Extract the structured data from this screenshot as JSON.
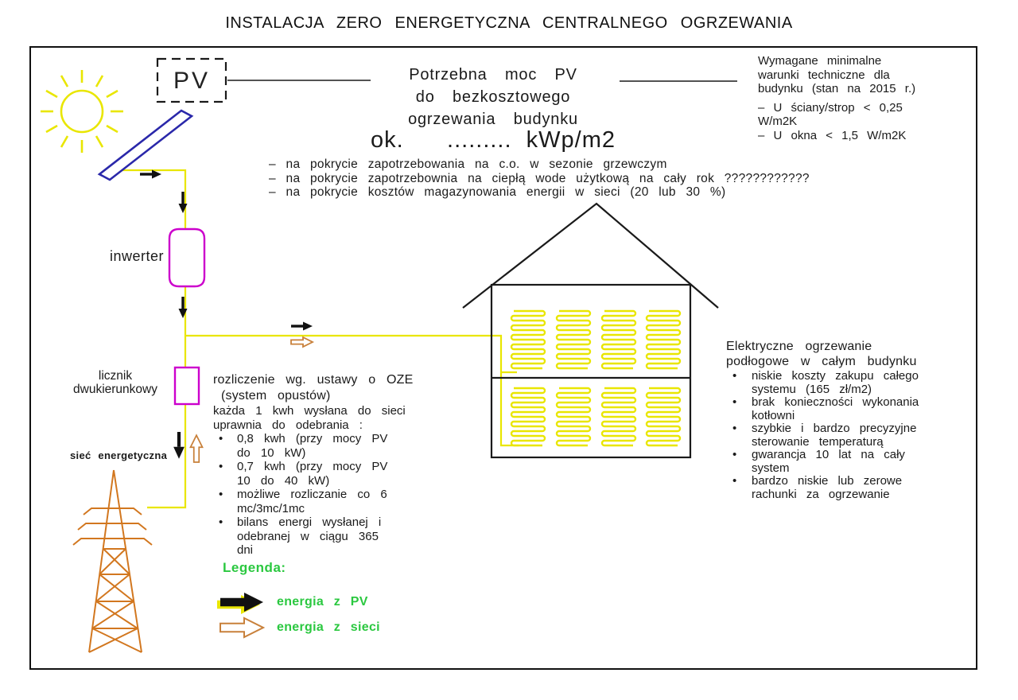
{
  "title": "INSTALACJA ZERO ENERGETYCZNA CENTRALNEGO OGRZEWANIA",
  "pv_box": {
    "label": "PV"
  },
  "components": {
    "inverter_label": "inwerter",
    "meter_label_line1": "licznik",
    "meter_label_line2": "dwukierunkowy",
    "grid_label": "sieć energetyczna"
  },
  "center": {
    "heading_lines": [
      "Potrzebna moc PV",
      "do bezkosztowego",
      "ogrzewania budynku"
    ],
    "power_line": "ok.      .........  kWp/m2",
    "dash_items": [
      "– na pokrycie zapotrzebowania na c.o. w sezonie grzewczym",
      "– na pokrycie zapotrzebownia na ciepłą wode użytkową na cały rok ????????????",
      "– na pokrycie kosztów magazynowania energii w sieci (20 lub 30 %)"
    ]
  },
  "requirements": {
    "heading_lines": [
      "Wymagane minimalne",
      "warunki techniczne dla",
      "budynku (stan na 2015 r.)"
    ],
    "items": [
      "– U ściany/strop < 0,25 W/m2K",
      "– U okna < 1,5 W/m2K"
    ]
  },
  "billing": {
    "title_line1": "rozliczenie wg. ustawy o OZE",
    "title_line2": "(system opustów)",
    "intro": "każda 1 kwh wysłana do sieci uprawnia do odebrania :",
    "items": [
      "0,8 kwh (przy mocy PV do 10 kW)",
      "0,7 kwh (przy mocy PV 10 do 40 kW)",
      "możliwe rozliczanie co 6 mc/3mc/1mc",
      "bilans energi wysłanej i odebranej w ciągu 365 dni"
    ]
  },
  "heating": {
    "heading_lines": [
      "Elektryczne ogrzewanie",
      "podłogowe w całym budynku"
    ],
    "items": [
      "niskie koszty zakupu całego systemu (165 zł/m2)",
      "brak konieczności wykonania kotłowni",
      "szybkie i bardzo precyzyjne sterowanie temperaturą",
      "gwarancja 10 lat na cały system",
      "bardzo niskie lub zerowe rachunki za ogrzewanie"
    ]
  },
  "legend": {
    "title": "Legenda:",
    "pv_label": "energia z PV",
    "grid_label": "energia z sieci"
  },
  "colors": {
    "wire_yellow": "#e9e600",
    "component_magenta": "#cc00cc",
    "panel_blue": "#2a28aa",
    "tower_orange": "#d2771f",
    "arrow_orange": "#c8803a",
    "legend_green": "#2bc840",
    "ink": "#1a1a1a"
  }
}
